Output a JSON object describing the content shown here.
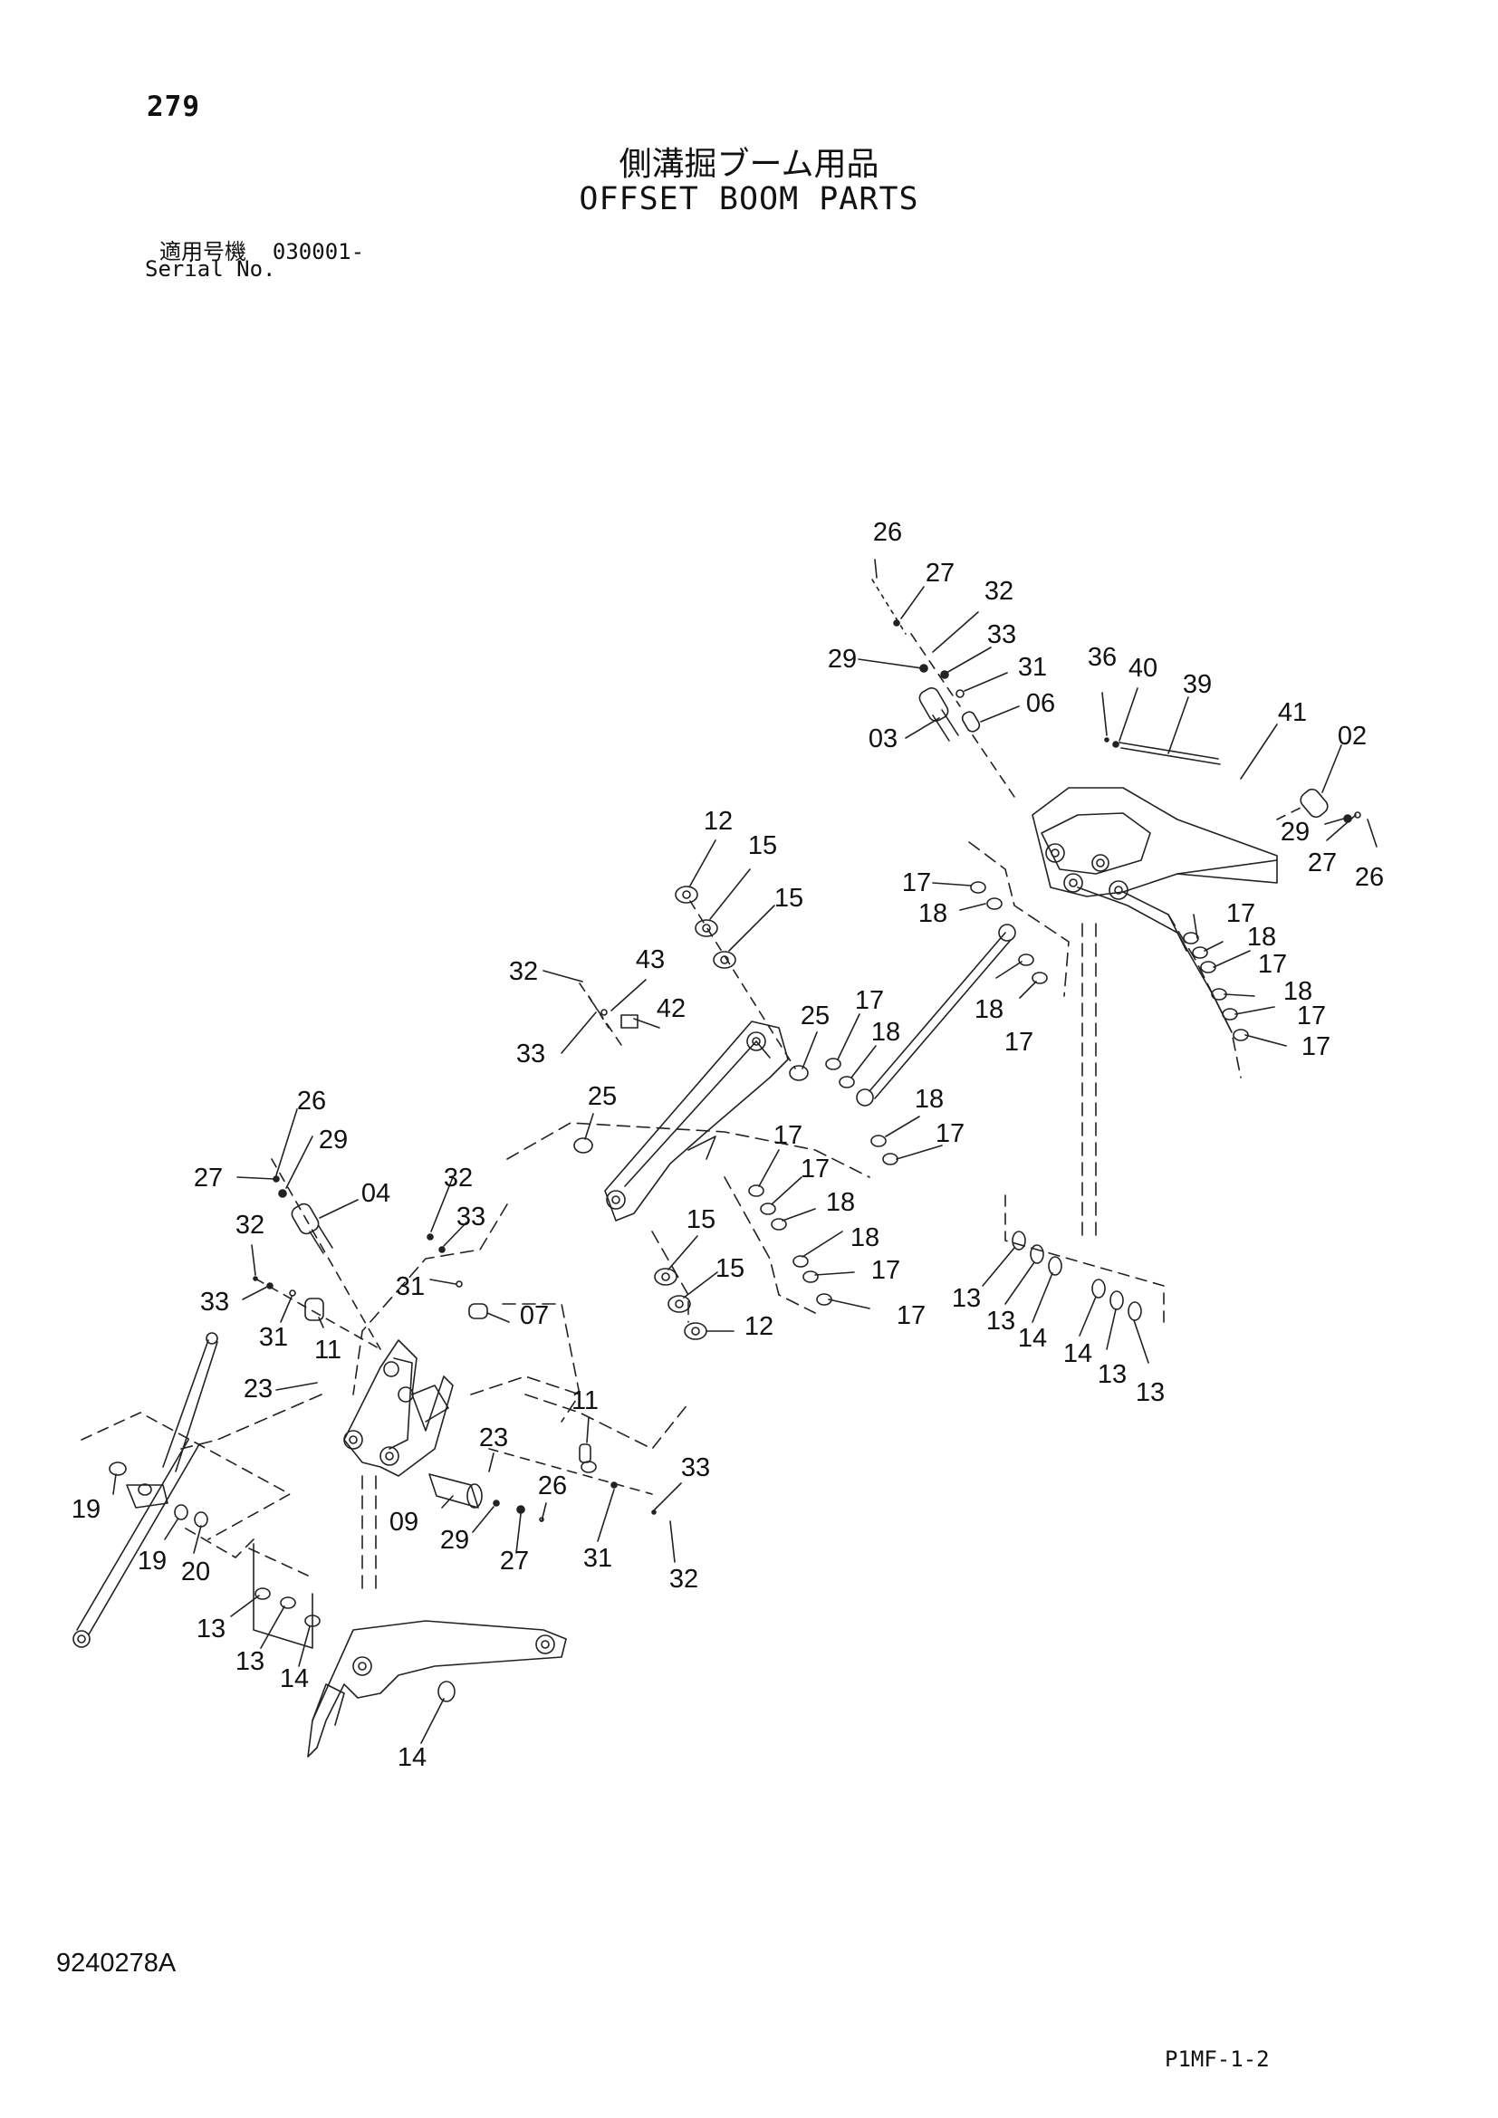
{
  "page": {
    "number": "279",
    "title_jp": "側溝掘ブーム用品",
    "title_en": "OFFSET BOOM PARTS",
    "serial_label_jp": "適用号機",
    "serial_value": "030001-",
    "serial_label_en": "Serial No.",
    "reference_number": "9240278A",
    "sheet_code": "P1MF-1-2"
  },
  "callouts": [
    {
      "part": "26"
    },
    {
      "part": "27"
    },
    {
      "part": "32"
    },
    {
      "part": "33"
    },
    {
      "part": "29"
    },
    {
      "part": "31"
    },
    {
      "part": "06"
    },
    {
      "part": "03"
    },
    {
      "part": "36"
    },
    {
      "part": "40"
    },
    {
      "part": "39"
    },
    {
      "part": "41"
    },
    {
      "part": "02"
    },
    {
      "part": "29"
    },
    {
      "part": "27"
    },
    {
      "part": "26"
    },
    {
      "part": "12"
    },
    {
      "part": "15"
    },
    {
      "part": "15"
    },
    {
      "part": "17"
    },
    {
      "part": "18"
    },
    {
      "part": "17"
    },
    {
      "part": "18"
    },
    {
      "part": "17"
    },
    {
      "part": "18"
    },
    {
      "part": "17"
    },
    {
      "part": "17"
    },
    {
      "part": "18"
    },
    {
      "part": "17"
    },
    {
      "part": "32"
    },
    {
      "part": "43"
    },
    {
      "part": "33"
    },
    {
      "part": "42"
    },
    {
      "part": "25"
    },
    {
      "part": "17"
    },
    {
      "part": "18"
    },
    {
      "part": "25"
    },
    {
      "part": "18"
    },
    {
      "part": "17"
    },
    {
      "part": "26"
    },
    {
      "part": "29"
    },
    {
      "part": "27"
    },
    {
      "part": "04"
    },
    {
      "part": "32"
    },
    {
      "part": "33"
    },
    {
      "part": "17"
    },
    {
      "part": "17"
    },
    {
      "part": "18"
    },
    {
      "part": "18"
    },
    {
      "part": "17"
    },
    {
      "part": "17"
    },
    {
      "part": "15"
    },
    {
      "part": "15"
    },
    {
      "part": "12"
    },
    {
      "part": "32"
    },
    {
      "part": "33"
    },
    {
      "part": "31"
    },
    {
      "part": "07"
    },
    {
      "part": "31"
    },
    {
      "part": "11"
    },
    {
      "part": "13"
    },
    {
      "part": "13"
    },
    {
      "part": "14"
    },
    {
      "part": "14"
    },
    {
      "part": "13"
    },
    {
      "part": "13"
    },
    {
      "part": "23"
    },
    {
      "part": "11"
    },
    {
      "part": "23"
    },
    {
      "part": "33"
    },
    {
      "part": "26"
    },
    {
      "part": "09"
    },
    {
      "part": "29"
    },
    {
      "part": "27"
    },
    {
      "part": "31"
    },
    {
      "part": "32"
    },
    {
      "part": "19"
    },
    {
      "part": "19"
    },
    {
      "part": "20"
    },
    {
      "part": "13"
    },
    {
      "part": "13"
    },
    {
      "part": "14"
    },
    {
      "part": "14"
    }
  ]
}
